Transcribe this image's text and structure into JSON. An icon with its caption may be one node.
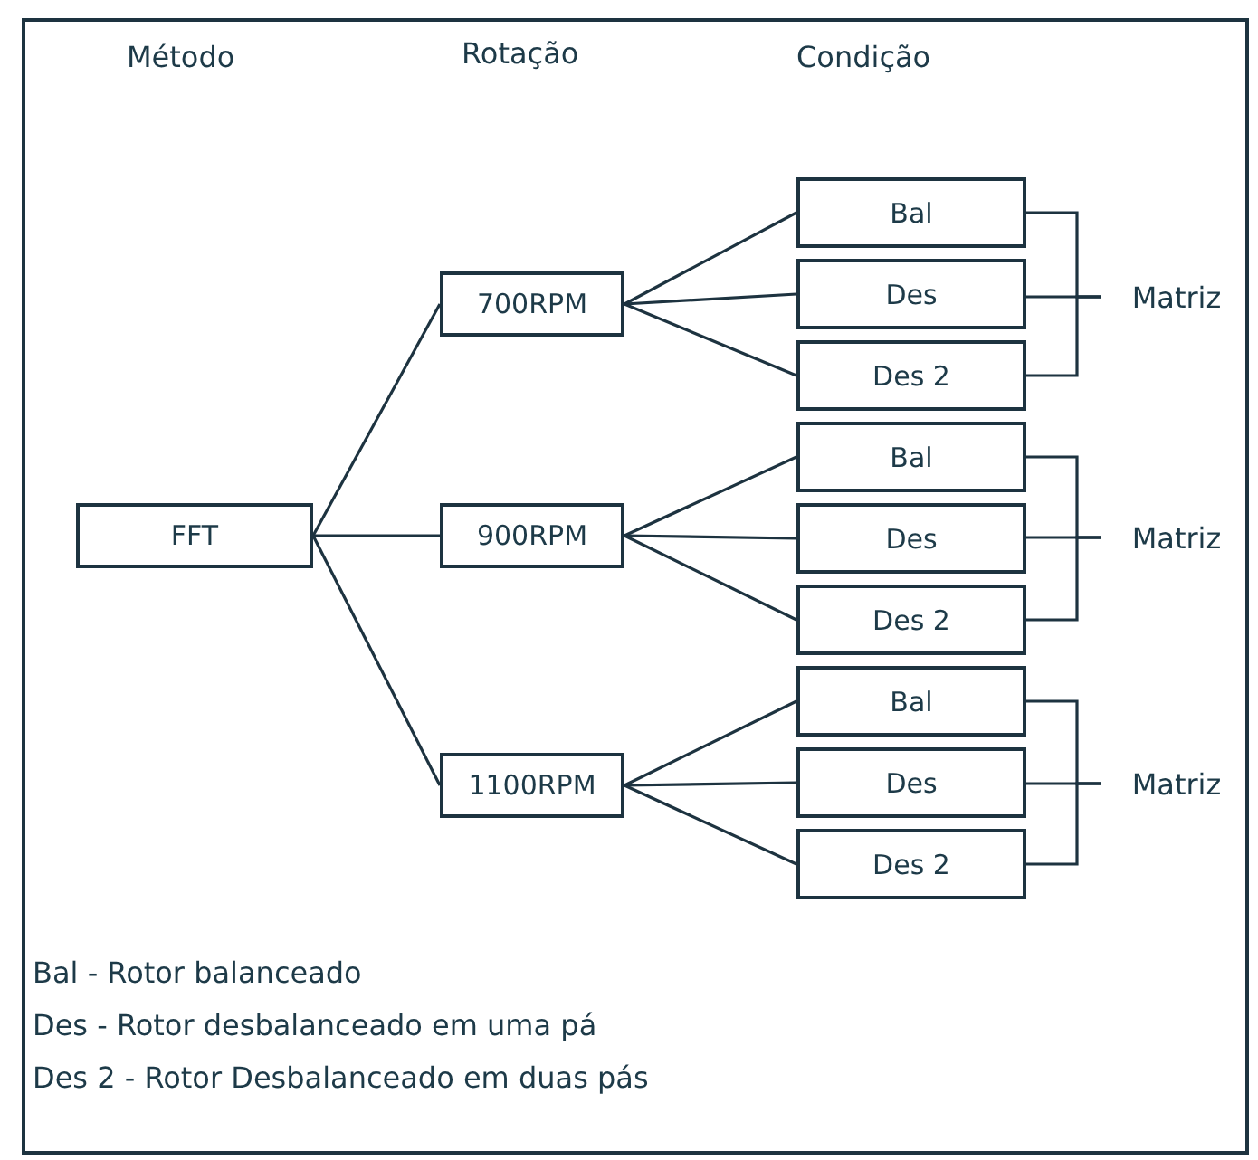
{
  "diagram": {
    "nodes": [
      {
        "text": [
          "FFT"
        ]
      },
      {
        "text": [
          "700RPM"
        ]
      },
      {
        "text": [
          "900RPM"
        ]
      },
      {
        "text": [
          "1100RPM"
        ]
      },
      {
        "text": [
          "Bal"
        ]
      },
      {
        "text": [
          "Des"
        ]
      },
      {
        "text": [
          "Des 2"
        ]
      },
      {
        "text": [
          "Bal"
        ]
      },
      {
        "text": [
          "Des"
        ]
      },
      {
        "text": [
          "Des 2"
        ]
      },
      {
        "text": [
          "Bal"
        ]
      },
      {
        "text": [
          "Des"
        ]
      },
      {
        "text": [
          "Des 2"
        ]
      },
      {
        "text": [
          "Matriz"
        ]
      },
      {
        "text": [
          "Matriz"
        ]
      },
      {
        "text": [
          "Matriz"
        ]
      }
    ],
    "edges": [
      {
        "from": 0,
        "to": 1,
        "arrow": "none"
      },
      {
        "from": 0,
        "to": 2,
        "arrow": "none"
      },
      {
        "from": 0,
        "to": 3,
        "arrow": "none"
      },
      {
        "from": 1,
        "to": 4,
        "arrow": "none"
      },
      {
        "from": 1,
        "to": 5,
        "arrow": "none"
      },
      {
        "from": 1,
        "to": 6,
        "arrow": "none"
      },
      {
        "from": 2,
        "to": 7,
        "arrow": "none"
      },
      {
        "from": 2,
        "to": 8,
        "arrow": "none"
      },
      {
        "from": 2,
        "to": 9,
        "arrow": "none"
      },
      {
        "from": 3,
        "to": 10,
        "arrow": "none"
      },
      {
        "from": 3,
        "to": 11,
        "arrow": "none"
      },
      {
        "from": 3,
        "to": 12,
        "arrow": "none"
      },
      {
        "from": 4,
        "to": 13,
        "arrow": "none"
      },
      {
        "from": 5,
        "to": 13,
        "arrow": "none"
      },
      {
        "from": 6,
        "to": 13,
        "arrow": "none"
      },
      {
        "from": 7,
        "to": 14,
        "arrow": "none"
      },
      {
        "from": 8,
        "to": 14,
        "arrow": "none"
      },
      {
        "from": 9,
        "to": 14,
        "arrow": "none"
      },
      {
        "from": 10,
        "to": 15,
        "arrow": "none"
      },
      {
        "from": 11,
        "to": 15,
        "arrow": "none"
      },
      {
        "from": 12,
        "to": 15,
        "arrow": "none"
      }
    ],
    "labels": [
      "Método",
      "Rotação",
      "Condição",
      "Bal - Rotor balanceado",
      "Des - Rotor desbalanceado em uma pá",
      "Des 2 - Rotor Desbalanceado em duas pás"
    ]
  }
}
